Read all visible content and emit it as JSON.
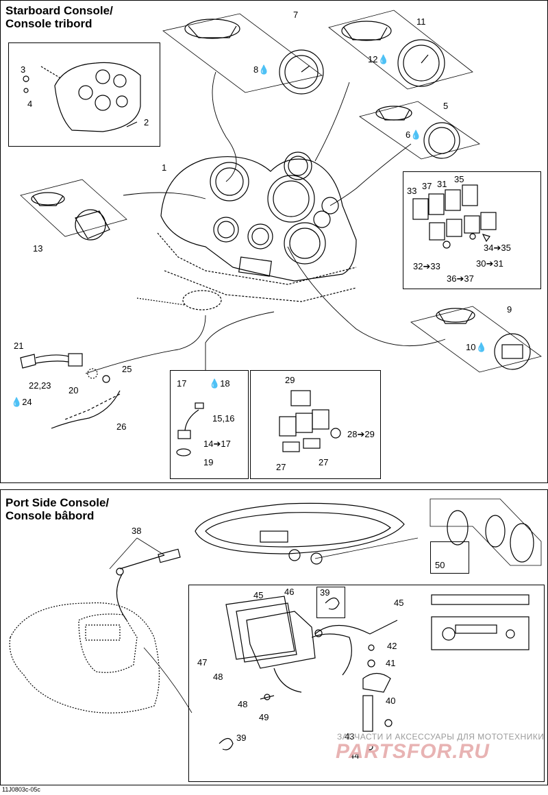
{
  "starboard": {
    "title_line1": "Starboard Console/",
    "title_line2": "Console tribord"
  },
  "port": {
    "title_line1": "Port Side Console/",
    "title_line2": "Console bâbord"
  },
  "callouts": {
    "c1": "1",
    "c2": "2",
    "c3": "3",
    "c4": "4",
    "c5": "5",
    "c6": "6",
    "c7": "7",
    "c8": "8",
    "c9": "9",
    "c10": "10",
    "c11": "11",
    "c12": "12",
    "c13": "13",
    "c14_17": "14➔17",
    "c15_16": "15,16",
    "c17": "17",
    "c18": "18",
    "c19": "19",
    "c20": "20",
    "c21": "21",
    "c22_23": "22,23",
    "c24": "24",
    "c25": "25",
    "c26": "26",
    "c27a": "27",
    "c27b": "27",
    "c28_29": "28➔29",
    "c29": "29",
    "c30_31": "30➔31",
    "c31": "31",
    "c32_33": "32➔33",
    "c33": "33",
    "c34_35": "34➔35",
    "c35": "35",
    "c36_37": "36➔37",
    "c37": "37",
    "c38": "38",
    "c39a": "39",
    "c39b": "39",
    "c40": "40",
    "c41": "41",
    "c42": "42",
    "c43": "43",
    "c44": "44",
    "c45a": "45",
    "c45b": "45",
    "c46": "46",
    "c47": "47",
    "c48a": "48",
    "c48b": "48",
    "c49": "49",
    "c50": "50"
  },
  "footer": {
    "code": "11J0803c-05c"
  },
  "watermark": {
    "line1": "ЗАПЧАСТИ И АКСЕССУАРЫ ДЛЯ МОТОТЕХНИКИ",
    "line2": "PARTSFOR.RU"
  },
  "icons": [
    "drop-icon",
    "arrow-right-icon"
  ]
}
